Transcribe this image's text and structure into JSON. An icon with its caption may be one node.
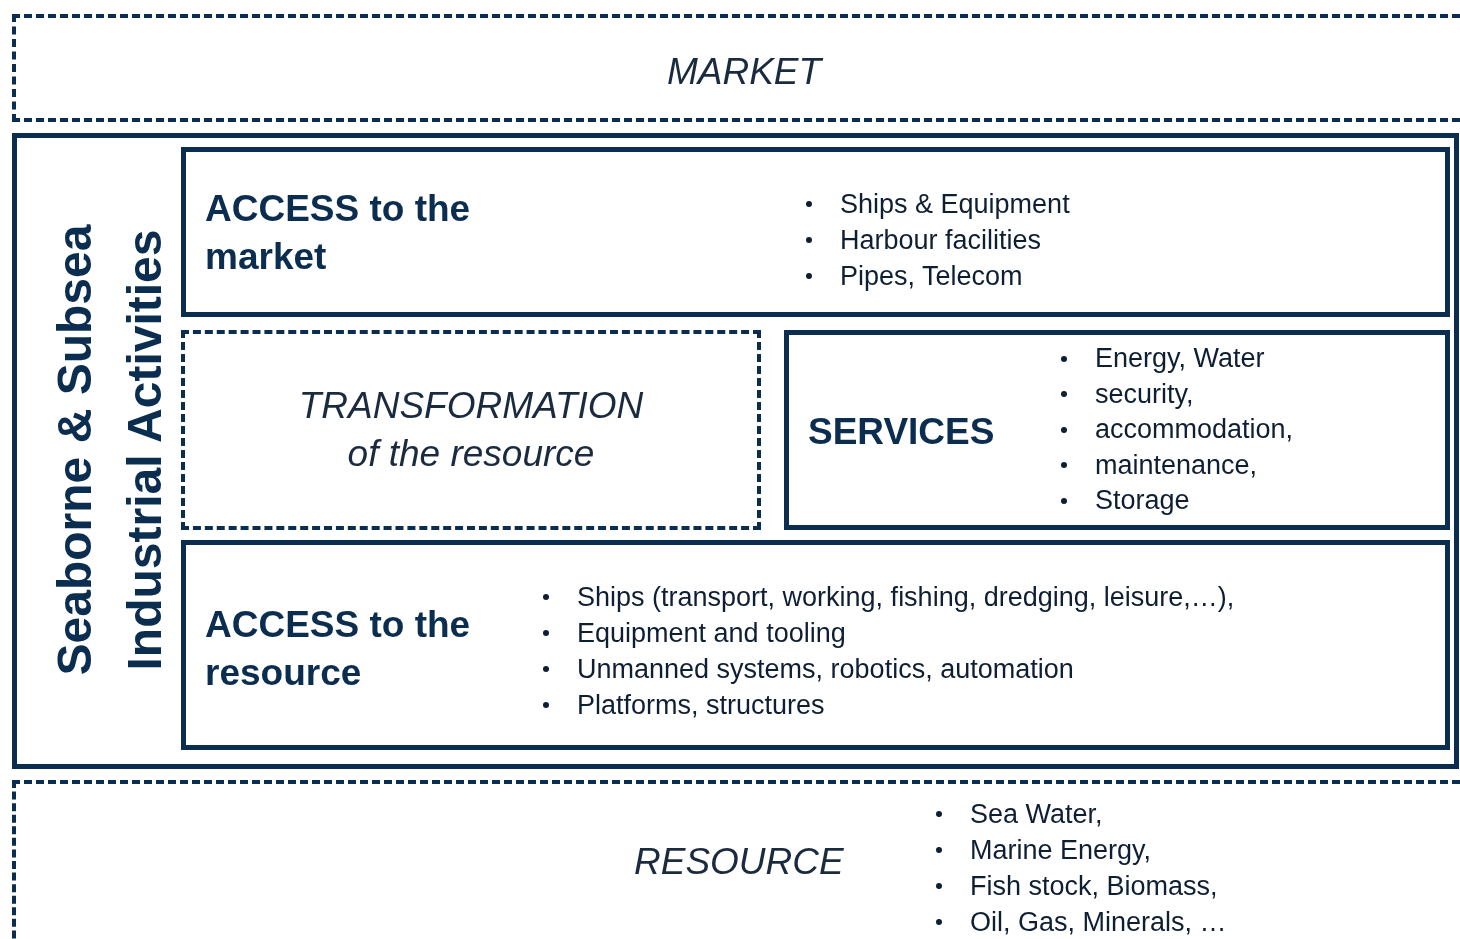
{
  "diagram": {
    "nodes": [
      {
        "text": [
          "MARKET"
        ]
      },
      {
        "text": [
          "Seaborne & Subsea Industrial Activities"
        ]
      },
      {
        "text": [
          "ACCESS to the market",
          "Ships & Equipment",
          "Harbour facilities",
          "Pipes, Telecom"
        ],
        "in": 1
      },
      {
        "text": [
          "TRANSFORMATION of the resource"
        ],
        "in": 1
      },
      {
        "text": [
          "SERVICES",
          "Energy, Water",
          "security,",
          "accommodation,",
          "maintenance,",
          "Storage"
        ],
        "in": 1
      },
      {
        "text": [
          "ACCESS to the resource",
          "Ships (transport, working, fishing, dredging, leisure,…),",
          "Equipment and tooling",
          "Unmanned systems, robotics, automation",
          "Platforms, structures"
        ],
        "in": 1
      },
      {
        "text": [
          "RESOURCE",
          "Sea Water,",
          "Marine Energy,",
          "Fish stock, Biomass,",
          "Oil, Gas, Minerals, …"
        ]
      }
    ]
  }
}
